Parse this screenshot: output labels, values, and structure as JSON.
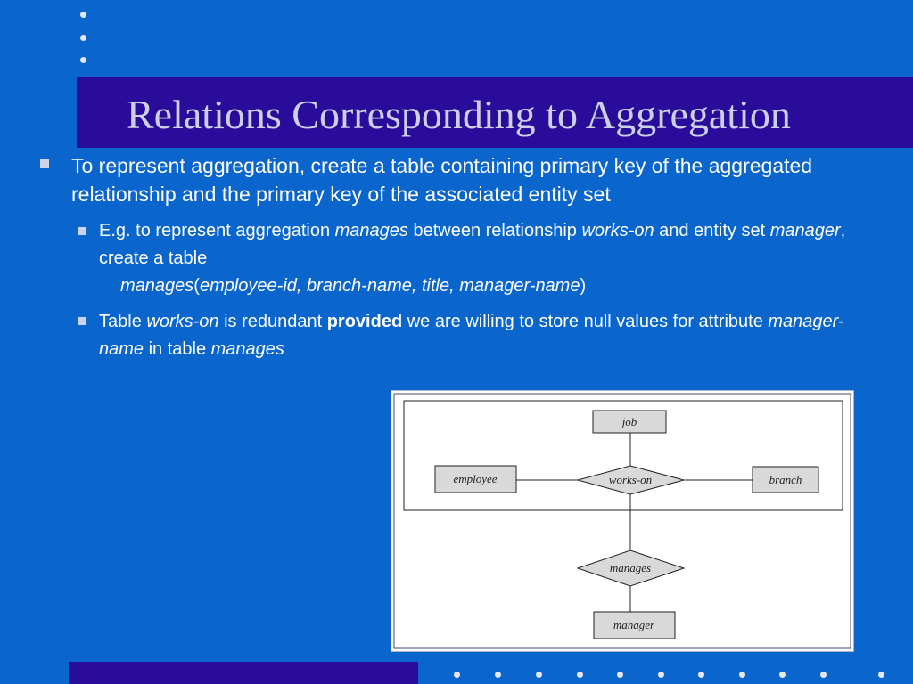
{
  "title": "Relations Corresponding to Aggregation",
  "bullets": {
    "main": "To represent aggregation, create a table containing primary key of the aggregated relationship and the primary key of the associated entity set",
    "sub1": {
      "t1": "E.g. to represent aggregation ",
      "i1": "manages",
      "t2": " between relationship ",
      "i2": "works-on",
      "t3": " and entity set ",
      "i3": "manager",
      "t4": ", create a table",
      "schema_name": "manages",
      "schema_open": "(",
      "schema_attrs": "employee-id, branch-name, title, manager-name",
      "schema_close": ")"
    },
    "sub2": {
      "t1": "Table ",
      "i1": "works-on",
      "t2": " is redundant ",
      "b1": "provided",
      "t3": " we are willing to store null values for attribute ",
      "i2": "manager-name",
      "t4": " in table ",
      "i3": "manages"
    }
  },
  "diagram": {
    "entities": {
      "job": "job",
      "employee": "employee",
      "branch": "branch",
      "manager": "manager"
    },
    "relationships": {
      "works_on": "works-on",
      "manages": "manages"
    }
  },
  "colors": {
    "background": "#0a66cc",
    "bar": "#2a0c9a",
    "title": "#cccfe6",
    "entity_fill": "#d9d9d9"
  }
}
